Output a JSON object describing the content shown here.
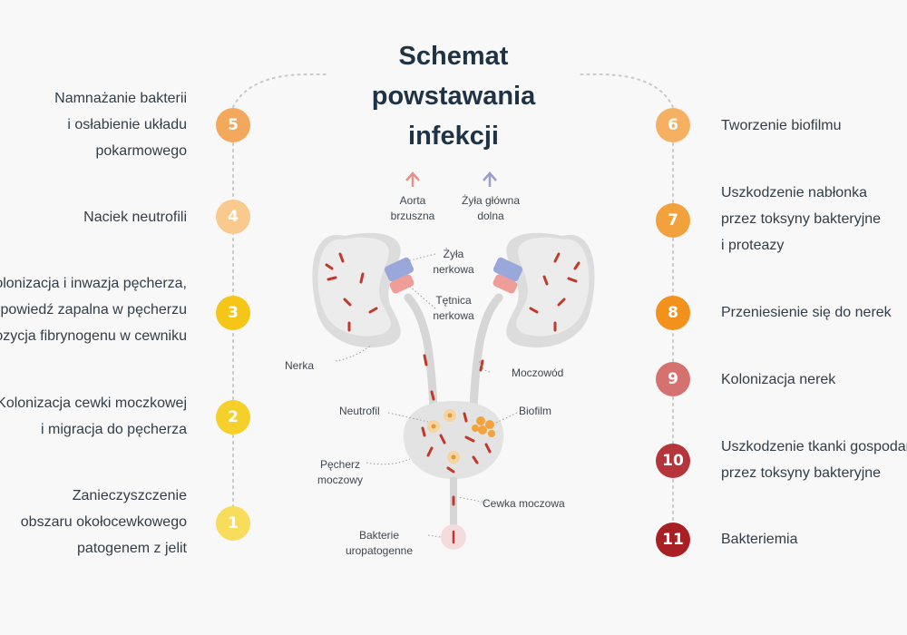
{
  "title": [
    "Schemat",
    "powstawania",
    "infekcji"
  ],
  "left_steps": [
    {
      "num": "5",
      "color": "#f3a85b",
      "lines": [
        "Namnażanie bakterii",
        "i osłabienie układu",
        "pokarmowego"
      ]
    },
    {
      "num": "4",
      "color": "#f9c98e",
      "lines": [
        "Naciek neutrofili"
      ]
    },
    {
      "num": "3",
      "color": "#f5c518",
      "lines": [
        "Kolonizacja i inwazja pęcherza,",
        "odpowiedź zapalna w pęcherzu",
        "i depozycja fibrynogenu w cewniku"
      ]
    },
    {
      "num": "2",
      "color": "#f6d02a",
      "lines": [
        "Kolonizacja cewki moczkowej",
        "i migracja do pęcherza"
      ]
    },
    {
      "num": "1",
      "color": "#f8dc5c",
      "lines": [
        "Zanieczyszczenie",
        "obszaru okołocewkowego",
        "patogenem z jelit"
      ]
    }
  ],
  "right_steps": [
    {
      "num": "6",
      "color": "#f6b062",
      "lines": [
        "Tworzenie biofilmu"
      ]
    },
    {
      "num": "7",
      "color": "#f2a13c",
      "lines": [
        "Uszkodzenie nabłonka",
        "przez toksyny bakteryjne",
        "i proteazy"
      ]
    },
    {
      "num": "8",
      "color": "#f2911b",
      "lines": [
        "Przeniesienie się do nerek"
      ]
    },
    {
      "num": "9",
      "color": "#d5716f",
      "lines": [
        "Kolonizacja nerek"
      ]
    },
    {
      "num": "10",
      "color": "#b5353a",
      "lines": [
        "Uszkodzenie tkanki gospodarza",
        "przez toksyny bakteryjne"
      ]
    },
    {
      "num": "11",
      "color": "#a81f24",
      "lines": [
        "Bakteriemia"
      ]
    }
  ],
  "anatomy_labels": {
    "aorta": [
      "Aorta",
      "brzuszna"
    ],
    "vena_cava": [
      "Żyła główna",
      "dolna"
    ],
    "renal_vein": [
      "Żyła",
      "nerkowa"
    ],
    "renal_artery": [
      "Tętnica",
      "nerkowa"
    ],
    "kidney": "Nerka",
    "ureter": "Moczowód",
    "neutrophil": "Neutrofil",
    "biofilm": "Biofilm",
    "bladder": [
      "Pęcherz",
      "moczowy"
    ],
    "urethra": "Cewka moczowa",
    "bacteria": [
      "Bakterie",
      "uropatogenne"
    ]
  },
  "colors": {
    "title": "#1f3344",
    "arrow_aorta": "#e8918b",
    "arrow_vena": "#9d9ccf",
    "bacteria": "#c0392b"
  }
}
